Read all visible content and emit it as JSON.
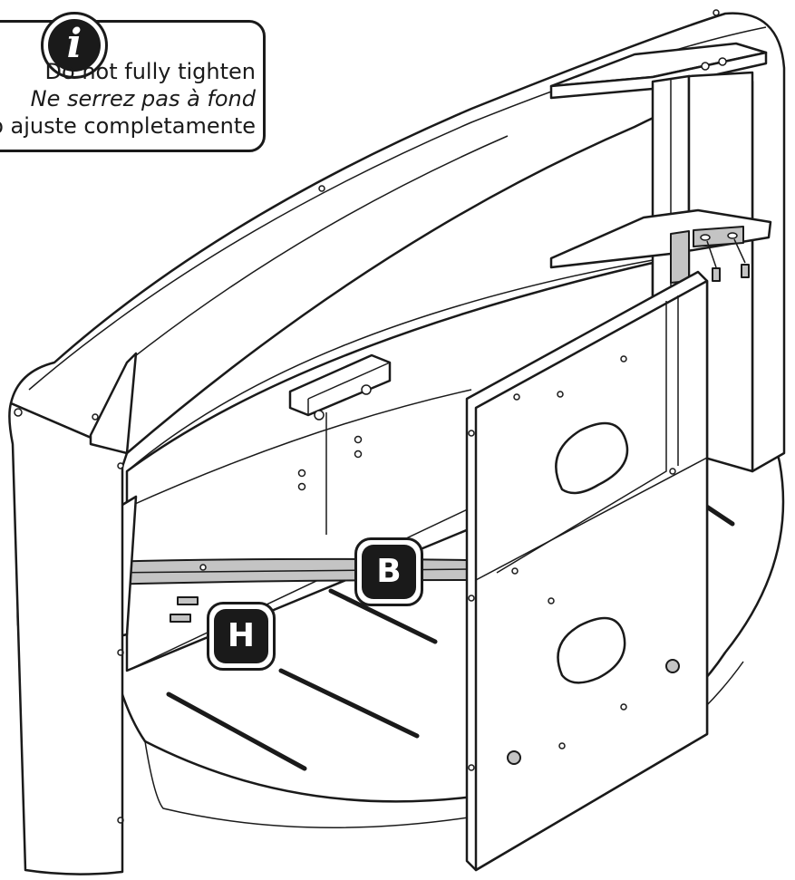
{
  "note": {
    "icon": "info-icon",
    "icon_glyph": "i",
    "lines": [
      "Do not fully tighten",
      "Ne serrez pas à fond",
      "No ajuste completamente"
    ]
  },
  "labels": {
    "part_b": "B",
    "part_h": "H"
  },
  "colors": {
    "line": "#1a1a1a",
    "metal": "#bdbdbd",
    "paper": "#ffffff"
  }
}
